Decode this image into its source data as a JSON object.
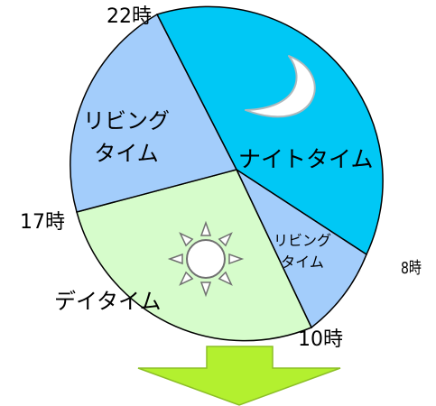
{
  "time_labels": {
    "t22": "22時",
    "t17": "17時",
    "t8": "8時",
    "t10": "10時"
  },
  "segments": {
    "night": {
      "label": "ナイトタイム",
      "color": "#00c8f5"
    },
    "living_evening": {
      "line1": "リビング",
      "line2": "タイム",
      "color": "#a3cdfb"
    },
    "day": {
      "label": "デイタイム",
      "color": "#d6fccb"
    },
    "living_morning": {
      "line1": "リビング",
      "line2": "タイム",
      "color": "#a3cdfb"
    }
  },
  "icons": [
    "moon-icon",
    "sun-icon",
    "down-arrow-icon"
  ],
  "arrow_color": "#b3f02f"
}
